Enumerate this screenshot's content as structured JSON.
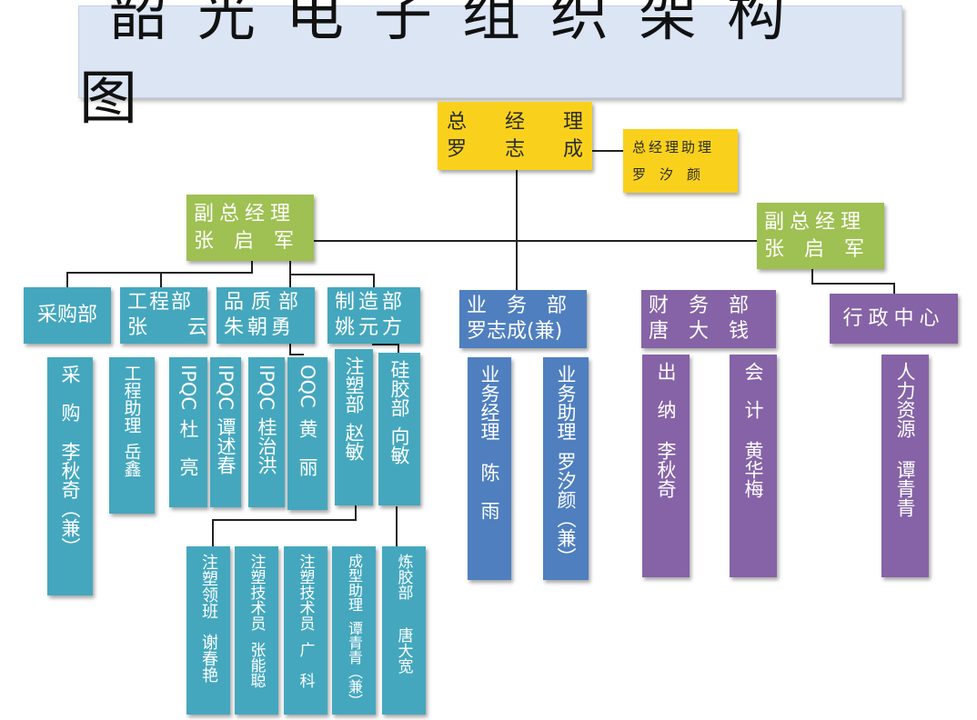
{
  "title": "韶光电子组织架构图",
  "gm": {
    "role": "总　经　理",
    "name": "罗　志　成"
  },
  "gm_assistant": {
    "role": "总经理助理",
    "name": "罗　汐　颜"
  },
  "vp_left": {
    "role": "副总经理",
    "name": "张　启　军"
  },
  "vp_right": {
    "role": "副总经理",
    "name": "张　启　军"
  },
  "departments": {
    "purchasing": {
      "label": "采购部"
    },
    "engineering": {
      "label": "工程部",
      "name": "张　　云"
    },
    "quality": {
      "label": "品质部",
      "name": "朱朝勇"
    },
    "manufacturing": {
      "label": "制造部",
      "name": "姚元方"
    },
    "business": {
      "label": "业　务　部",
      "name": "罗志成(兼)"
    },
    "finance": {
      "label": "财　务　部",
      "name": "唐　大　钱"
    },
    "admin": {
      "label": "行政中心"
    }
  },
  "staff": {
    "purchaser": {
      "role": "采　购",
      "name": "李秋奇（兼）"
    },
    "eng_assistant": {
      "role": "工程助理",
      "name": "岳鑫"
    },
    "ipqc1": {
      "role": "IPQC",
      "name": "杜　亮"
    },
    "ipqc2": {
      "role": "IPQC",
      "name": "谭述春"
    },
    "ipqc3": {
      "role": "IPQC",
      "name": "桂治洪"
    },
    "oqc": {
      "role": "OQC",
      "name": "黄　丽"
    },
    "injection": {
      "role": "注塑部",
      "name": "赵敏"
    },
    "silicone": {
      "role": "硅胶部",
      "name": "向敏"
    },
    "biz_manager": {
      "role": "业务经理",
      "name": "陈　雨"
    },
    "biz_assistant": {
      "role": "业务助理",
      "name": "罗汐颜（兼）"
    },
    "cashier": {
      "role": "出　纳",
      "name": "李秋奇"
    },
    "accountant": {
      "role": "会　计",
      "name": "黄华梅"
    },
    "hr": {
      "role": "人力资源",
      "name": "谭青青"
    },
    "inj_leader": {
      "role": "注塑领班",
      "name": "谢春艳"
    },
    "inj_tech1": {
      "role": "注塑技术员",
      "name": "张能聪"
    },
    "inj_tech2": {
      "role": "注塑技术员",
      "name": "广　科"
    },
    "molding_assistant": {
      "role": "成型助理",
      "name": "谭青青（兼）"
    },
    "rubber_mixing": {
      "role": "炼胶部",
      "name": "唐大宽"
    }
  }
}
